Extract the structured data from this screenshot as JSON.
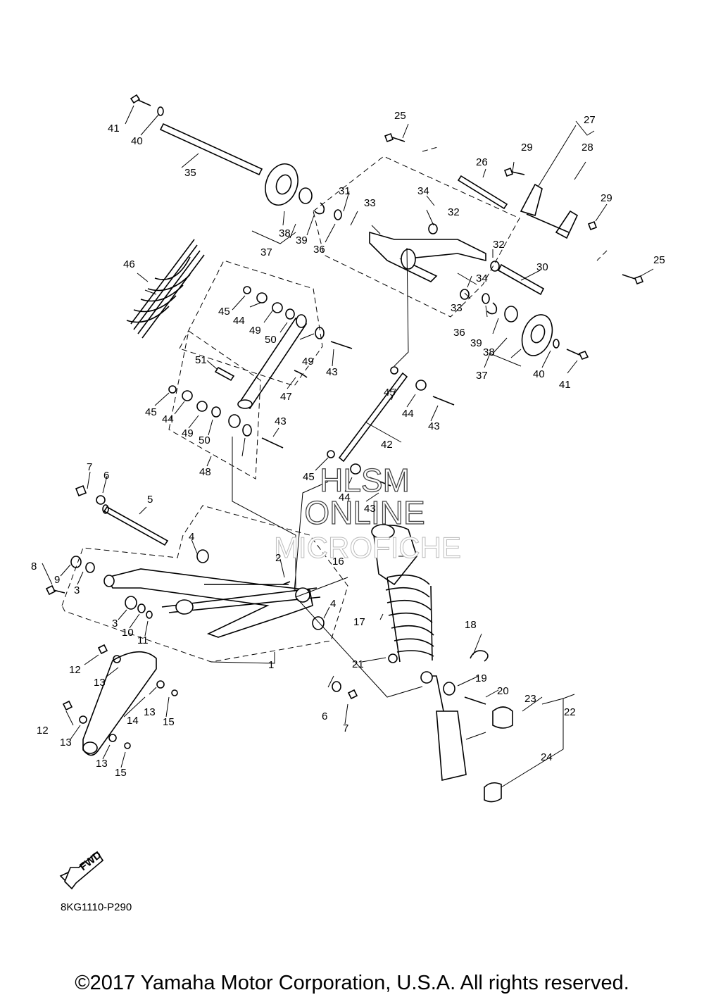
{
  "diagram": {
    "labels": [
      "1",
      "2",
      "3",
      "3",
      "4",
      "4",
      "5",
      "6",
      "6",
      "7",
      "7",
      "8",
      "9",
      "10",
      "11",
      "12",
      "12",
      "13",
      "13",
      "13",
      "13",
      "14",
      "15",
      "15",
      "16",
      "17",
      "18",
      "19",
      "20",
      "21",
      "22",
      "23",
      "24",
      "25",
      "25",
      "26",
      "27",
      "28",
      "29",
      "29",
      "30",
      "31",
      "32",
      "32",
      "33",
      "33",
      "34",
      "34",
      "35",
      "36",
      "36",
      "37",
      "37",
      "38",
      "38",
      "39",
      "39",
      "40",
      "40",
      "41",
      "41",
      "42",
      "43",
      "43",
      "43",
      "43",
      "44",
      "44",
      "44",
      "44",
      "45",
      "45",
      "45",
      "45",
      "46",
      "47",
      "48",
      "49",
      "49",
      "49",
      "50",
      "50",
      "51"
    ],
    "watermark": {
      "line1": "HLSM",
      "line2": "ONLINE",
      "line3": "MICROFICHE"
    },
    "fwd_label": "FWD",
    "drawing_code": "8KG1110-P290"
  },
  "footer": {
    "copyright": "©2017 Yamaha Motor Corporation, U.S.A. All rights reserved."
  }
}
